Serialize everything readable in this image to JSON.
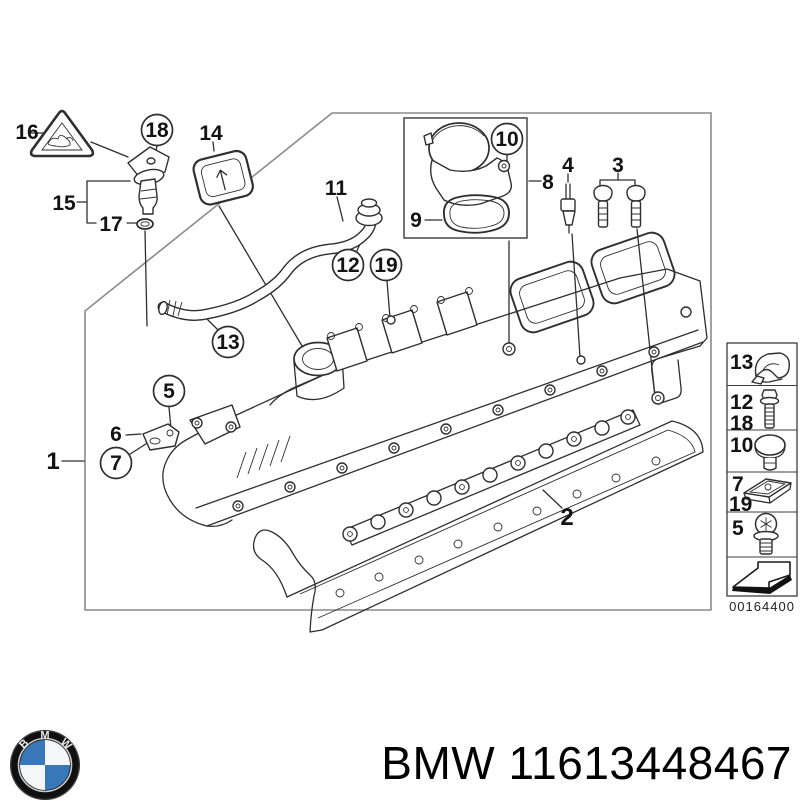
{
  "diagram": {
    "callouts": [
      {
        "label": "16",
        "shape": "plain"
      },
      {
        "label": "18",
        "shape": "circled"
      },
      {
        "label": "14",
        "shape": "plain"
      },
      {
        "label": "15",
        "shape": "plain"
      },
      {
        "label": "17",
        "shape": "plain"
      },
      {
        "label": "11",
        "shape": "plain"
      },
      {
        "label": "12",
        "shape": "circled"
      },
      {
        "label": "19",
        "shape": "circled"
      },
      {
        "label": "13",
        "shape": "circled"
      },
      {
        "label": "10",
        "shape": "circled"
      },
      {
        "label": "9",
        "shape": "plain"
      },
      {
        "label": "8",
        "shape": "plain"
      },
      {
        "label": "4",
        "shape": "plain"
      },
      {
        "label": "3",
        "shape": "plain"
      },
      {
        "label": "5",
        "shape": "circled"
      },
      {
        "label": "6",
        "shape": "plain"
      },
      {
        "label": "7",
        "shape": "circled"
      },
      {
        "label": "1",
        "shape": "plain"
      },
      {
        "label": "2",
        "shape": "plain"
      }
    ]
  },
  "legend": {
    "rows": [
      {
        "labels": [
          "13"
        ],
        "icon": "hose-clamp-icon"
      },
      {
        "labels": [
          "12",
          "18"
        ],
        "icon": "stud-screw-icon"
      },
      {
        "labels": [
          "10"
        ],
        "icon": "hex-bolt-icon"
      },
      {
        "labels": [
          "7",
          "19"
        ],
        "icon": "spring-clip-icon"
      },
      {
        "labels": [
          "5"
        ],
        "icon": "torx-screw-icon"
      },
      {
        "labels": [],
        "icon": "direction-arrow-icon"
      }
    ],
    "diagram_code": "00164400"
  },
  "footer": {
    "make": "BMW",
    "part_number": "11613448467",
    "logo_letters": {
      "b": "B",
      "m": "M",
      "w": "W"
    }
  },
  "colors": {
    "line": "#2f2f2f",
    "frame": "#8a8a8a",
    "roundel_blue": "#3878b8",
    "roundel_black": "#101010",
    "text": "#000000"
  }
}
